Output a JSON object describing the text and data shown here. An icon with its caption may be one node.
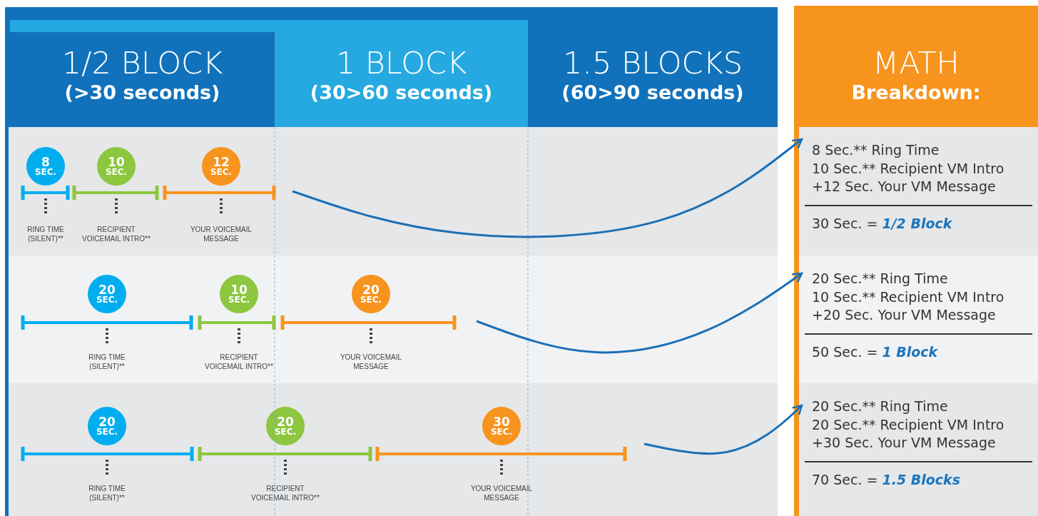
{
  "diagram": {
    "nodes": [
      {
        "text": [
          "1/2 BLOCK",
          "(>30 seconds)"
        ]
      },
      {
        "text": [
          "1 BLOCK",
          "(30>60 seconds)"
        ]
      },
      {
        "text": [
          "1.5 BLOCKS",
          "(60>90 seconds)"
        ]
      },
      {
        "text": [
          "MATH",
          "Breakdown:"
        ]
      },
      {
        "text": [
          "RING TIME (SILENT)**",
          "RECIPIENT VOICEMAIL INTRO**",
          "YOUR VOICEMAIL MESSAGE"
        ]
      },
      {
        "text": [
          "8",
          "SEC."
        ],
        "in": 4
      },
      {
        "text": [
          "10",
          "SEC."
        ],
        "in": 4
      },
      {
        "text": [
          "12",
          "SEC."
        ],
        "in": 4
      },
      {
        "text": [
          "RING TIME (SILENT)**",
          "RECIPIENT VOICEMAIL INTRO**",
          "YOUR VOICEMAIL MESSAGE"
        ]
      },
      {
        "text": [
          "20",
          "SEC."
        ],
        "in": 8
      },
      {
        "text": [
          "10",
          "SEC."
        ],
        "in": 8
      },
      {
        "text": [
          "20",
          "SEC."
        ],
        "in": 8
      },
      {
        "text": [
          "RING TIME (SILENT)**",
          "RECIPIENT VOICEMAIL INTRO**",
          "YOUR VOICEMAIL MESSAGE"
        ]
      },
      {
        "text": [
          "20",
          "SEC."
        ],
        "in": 12
      },
      {
        "text": [
          "20",
          "SEC."
        ],
        "in": 12
      },
      {
        "text": [
          "30",
          "SEC."
        ],
        "in": 12
      },
      {
        "text": [
          "8 Sec.** Ring Time",
          "10 Sec.** Recipient VM Intro",
          "+12 Sec. Your VM Message",
          "30 Sec. = **1/2 Block**"
        ]
      },
      {
        "text": [
          "20 Sec.** Ring Time",
          "10 Sec.** Recipient VM Intro",
          "+20 Sec. Your VM Message",
          "50 Sec. = **1 Block**"
        ]
      },
      {
        "text": [
          "20 Sec.** Ring Time",
          "20 Sec.** Recipient VM Intro",
          "+30 Sec. Your VM Message",
          "70 Sec. = **1.5 Blocks**"
        ]
      }
    ],
    "edges": [
      {
        "from": null,
        "to": 16,
        "arrow": "to"
      },
      {
        "from": null,
        "to": 17,
        "arrow": "to"
      },
      {
        "from": null,
        "to": 18,
        "arrow": "to"
      }
    ]
  }
}
